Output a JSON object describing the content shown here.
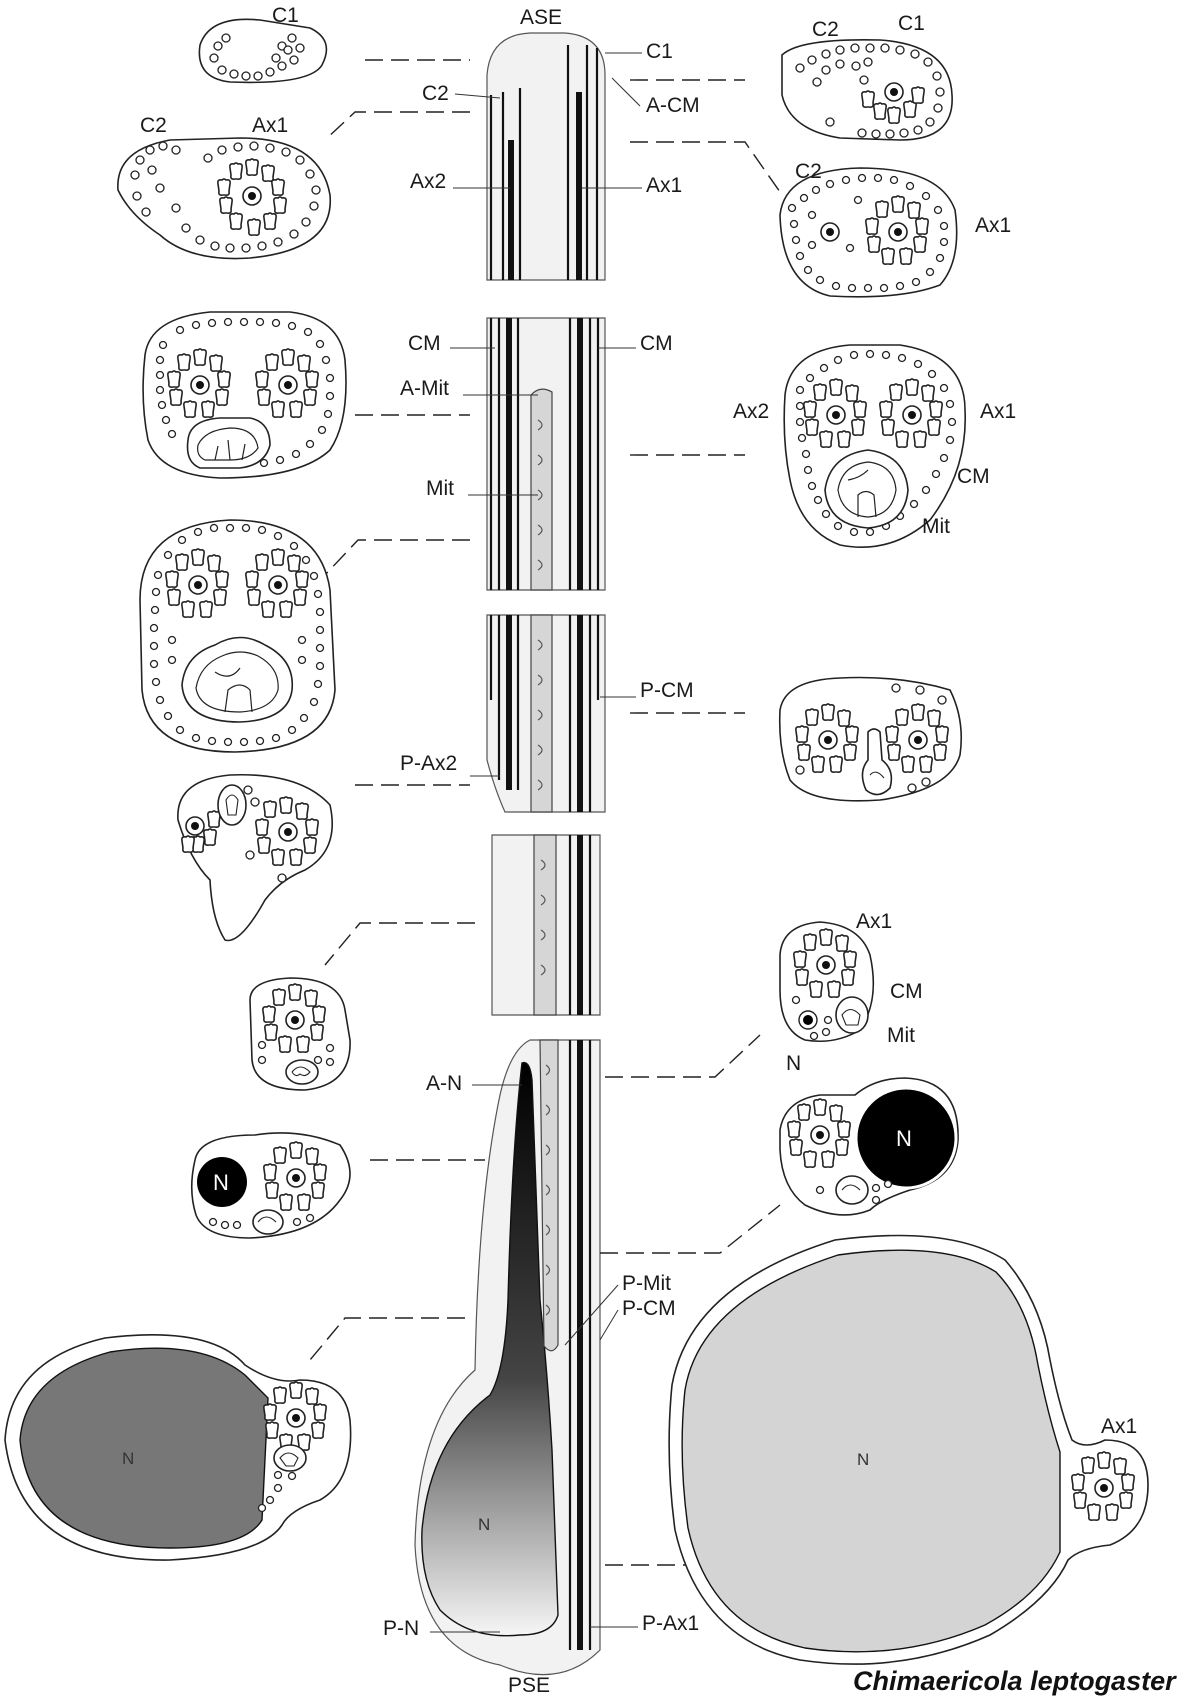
{
  "figure": {
    "species": "Chimaericola leptogaster",
    "axis_labels": {
      "ase": "ASE",
      "pse": "PSE",
      "c1": "C1",
      "c2": "C2",
      "a_cm": "A-CM",
      "ax2": "Ax2",
      "ax1": "Ax1",
      "cm_left": "CM",
      "cm_right": "CM",
      "a_mit": "A-Mit",
      "mit": "Mit",
      "p_cm": "P-CM",
      "p_ax2": "P-Ax2",
      "a_n": "A-N",
      "n": "N",
      "p_mit": "P-Mit",
      "p_cm2": "P-CM",
      "p_n": "P-N",
      "p_ax1": "P-Ax1"
    },
    "section_labels": {
      "s1_c1": "C1",
      "s2_c2": "C2",
      "s2_ax1": "Ax1",
      "s3_c2": "C2",
      "s3_c1": "C1",
      "s4_c2": "C2",
      "s4_ax1": "Ax1",
      "s5_ax2": "Ax2",
      "s5_ax1": "Ax1",
      "s5_cm": "CM",
      "s5_mit": "Mit",
      "s6_ax1": "Ax1",
      "s6_cm": "CM",
      "s6_mit": "Mit",
      "s6_n": "N",
      "n_label": "N",
      "big_ax1": "Ax1"
    },
    "colors": {
      "line": "#111111",
      "sheath": "#f2f2f2",
      "mitochondrion": "#d6d6d6",
      "nucleus_dark": "#000000",
      "nucleus_grey": "#777777",
      "nucleus_light": "#d4d4d4"
    }
  }
}
